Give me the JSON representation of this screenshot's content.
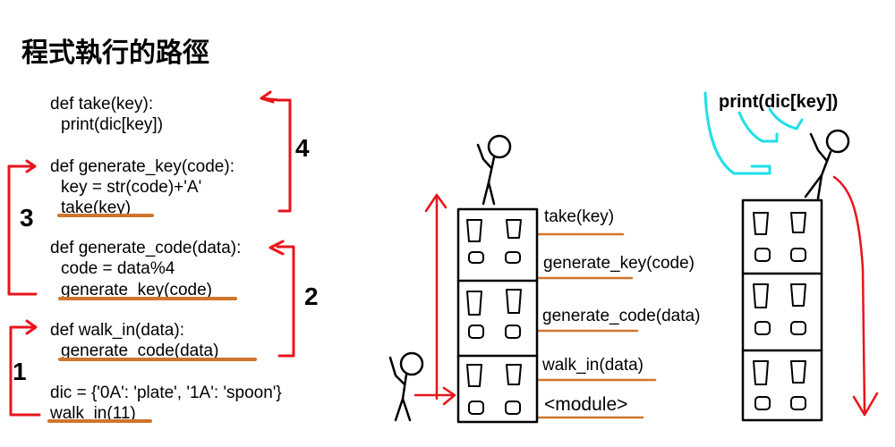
{
  "title": "程式執行的路徑",
  "code": {
    "take_def": "def take(key):",
    "take_body": "print(dic[key])",
    "genkey_def": "def generate_key(code):",
    "genkey_body1": "key = str(code)+'A'",
    "genkey_body2": "take(key)",
    "gencode_def": "def generate_code(data):",
    "gencode_body1": "code = data%4",
    "gencode_body2": "generate_key(code)",
    "walk_def": "def walk_in(data):",
    "walk_body": "generate_code(data)",
    "dic_line": "dic = {'0A': 'plate', '1A': 'spoon'}",
    "call_line": "walk_in(11)"
  },
  "steps": [
    "1",
    "2",
    "3",
    "4"
  ],
  "floors": [
    "take(key)",
    "generate_key(code)",
    "generate_code(data)",
    "walk_in(data)",
    "<module>"
  ],
  "print_label": "print(dic[key])",
  "colors": {
    "red": "#e8141c",
    "orange": "#d0752c",
    "cyan": "#1ee0e8",
    "black": "#000000"
  }
}
